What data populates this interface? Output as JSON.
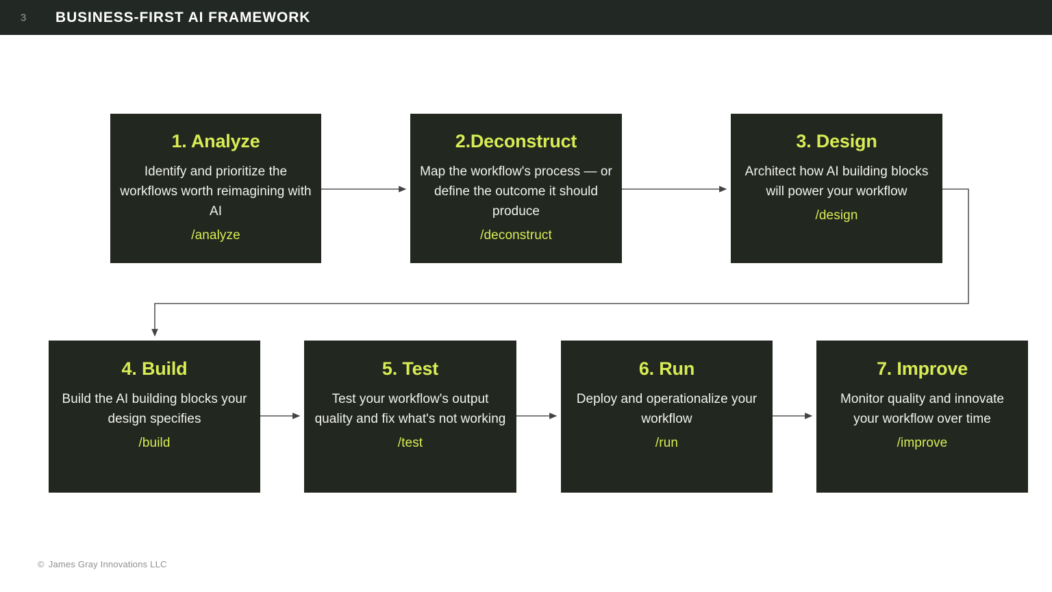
{
  "header": {
    "page_number": "3",
    "title": "BUSINESS-FIRST AI FRAMEWORK",
    "bar_color": "#222823",
    "title_color": "#ffffff",
    "page_number_color": "#9aa09a"
  },
  "theme": {
    "background": "#ffffff",
    "card_background": "#22271f",
    "accent": "#d8ec55",
    "body_text": "#f2f3f0",
    "connector": "#555555"
  },
  "diagram": {
    "type": "process-flow",
    "orientation": "left-to-right, wraps to second row",
    "step_count": 7,
    "rows": [
      {
        "name": "row-1",
        "steps": [
          {
            "index": 1,
            "title": "1. Analyze",
            "description": "Identify and prioritize the workflows worth reimagining with AI",
            "slug": "/analyze"
          },
          {
            "index": 2,
            "title": "2.Deconstruct",
            "description": "Map the workflow's process — or define the outcome it should produce",
            "slug": "/deconstruct"
          },
          {
            "index": 3,
            "title": "3. Design",
            "description": "Architect how AI building blocks will power your workflow",
            "slug": "/design"
          }
        ]
      },
      {
        "name": "row-2",
        "steps": [
          {
            "index": 4,
            "title": "4. Build",
            "description": "Build the AI building blocks your design specifies",
            "slug": "/build"
          },
          {
            "index": 5,
            "title": "5. Test",
            "description": "Test your workflow's output quality and fix what's not working",
            "slug": "/test"
          },
          {
            "index": 6,
            "title": "6. Run",
            "description": "Deploy and operationalize your workflow",
            "slug": "/run"
          },
          {
            "index": 7,
            "title": "7. Improve",
            "description": "Monitor quality and innovate your workflow over time",
            "slug": "/improve"
          }
        ]
      }
    ],
    "connectors": [
      {
        "name": "arrow-1-to-2",
        "kind": "straight-right"
      },
      {
        "name": "arrow-2-to-3",
        "kind": "straight-right"
      },
      {
        "name": "arrow-3-to-4",
        "kind": "elbow-wrap-down"
      },
      {
        "name": "arrow-4-to-5",
        "kind": "straight-right"
      },
      {
        "name": "arrow-5-to-6",
        "kind": "straight-right"
      },
      {
        "name": "arrow-6-to-7",
        "kind": "straight-right"
      }
    ]
  },
  "footer": {
    "copyright_glyph": "©",
    "text": "James Gray Innovations LLC"
  }
}
